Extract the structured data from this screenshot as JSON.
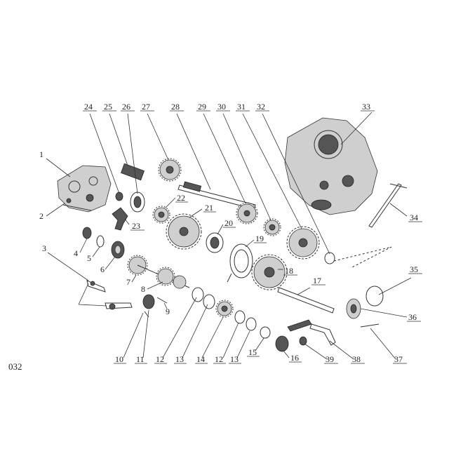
{
  "page_code": "032",
  "callouts": [
    {
      "id": "c1",
      "text": "1"
    },
    {
      "id": "c2",
      "text": "2"
    },
    {
      "id": "c3",
      "text": "3"
    },
    {
      "id": "c4",
      "text": "4"
    },
    {
      "id": "c5",
      "text": "5"
    },
    {
      "id": "c6",
      "text": "6"
    },
    {
      "id": "c7",
      "text": "7"
    },
    {
      "id": "c8",
      "text": "8"
    },
    {
      "id": "c9",
      "text": "9"
    },
    {
      "id": "c10",
      "text": "10"
    },
    {
      "id": "c11",
      "text": "11"
    },
    {
      "id": "c12a",
      "text": "12"
    },
    {
      "id": "c13a",
      "text": "13"
    },
    {
      "id": "c14",
      "text": "14"
    },
    {
      "id": "c12b",
      "text": "12"
    },
    {
      "id": "c13b",
      "text": "13"
    },
    {
      "id": "c15",
      "text": "15"
    },
    {
      "id": "c16",
      "text": "16"
    },
    {
      "id": "c17",
      "text": "17"
    },
    {
      "id": "c18",
      "text": "18"
    },
    {
      "id": "c19",
      "text": "19"
    },
    {
      "id": "c20",
      "text": "20"
    },
    {
      "id": "c21",
      "text": "21"
    },
    {
      "id": "c22",
      "text": "22"
    },
    {
      "id": "c23",
      "text": "23"
    },
    {
      "id": "c24",
      "text": "24"
    },
    {
      "id": "c25",
      "text": "25"
    },
    {
      "id": "c26",
      "text": "26"
    },
    {
      "id": "c27",
      "text": "27"
    },
    {
      "id": "c28",
      "text": "28"
    },
    {
      "id": "c29",
      "text": "29"
    },
    {
      "id": "c30",
      "text": "30"
    },
    {
      "id": "c31",
      "text": "31"
    },
    {
      "id": "c32",
      "text": "32"
    },
    {
      "id": "c33",
      "text": "33"
    },
    {
      "id": "c34",
      "text": "34"
    },
    {
      "id": "c35",
      "text": "35"
    },
    {
      "id": "c36",
      "text": "36"
    },
    {
      "id": "c37",
      "text": "37"
    },
    {
      "id": "c38",
      "text": "38"
    },
    {
      "id": "c39",
      "text": "39"
    }
  ]
}
